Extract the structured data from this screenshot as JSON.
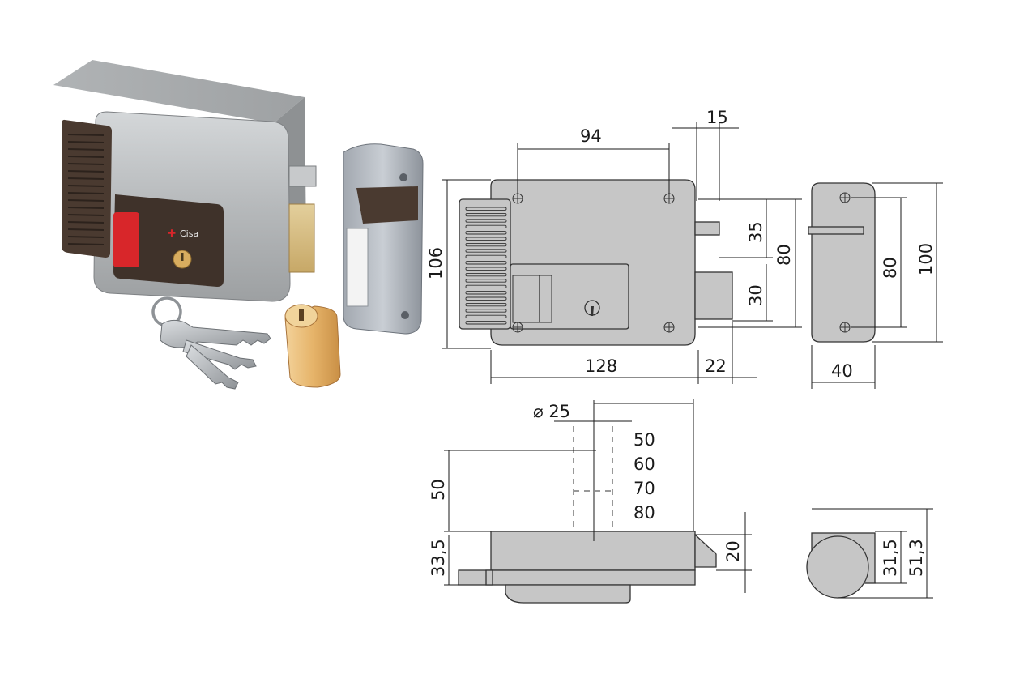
{
  "photo": {
    "brand_label": "Cisa"
  },
  "drawing": {
    "front_view": {
      "dim_94": "94",
      "dim_15": "15",
      "dim_106": "106",
      "dim_35": "35",
      "dim_80": "80",
      "dim_30": "30",
      "dim_128": "128",
      "dim_22": "22"
    },
    "side_view": {
      "dim_80": "80",
      "dim_100": "100",
      "dim_40": "40"
    },
    "top_view": {
      "dim_diameter": "⌀ 25",
      "cylinder_lengths": [
        "50",
        "60",
        "70",
        "80"
      ],
      "dim_50": "50",
      "dim_33_5": "33,5",
      "dim_20": "20"
    },
    "end_view": {
      "dim_31_5": "31,5",
      "dim_51_3": "51,3"
    }
  },
  "colors": {
    "lock_body": "#b9bcbe",
    "cover_brown": "#4a3a30",
    "button_red": "#d8262a",
    "cylinder_brass": "#e6b46a",
    "drawing_fill": "#c6c6c6"
  }
}
